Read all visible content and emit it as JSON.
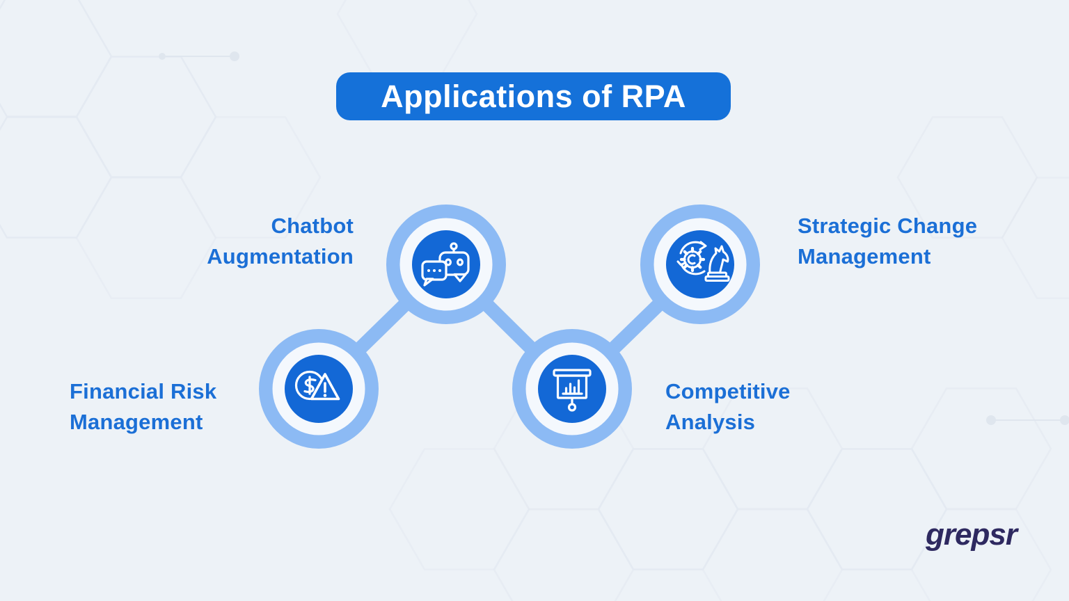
{
  "title": "Applications of RPA",
  "brand": {
    "logo_text": "grepsr"
  },
  "colors": {
    "title_bg": "#1571d9",
    "node_fill": "#1368d6",
    "ring_light_blue": "#8cbaf4",
    "label_text": "#1b6fd6",
    "background": "#edf2f7",
    "logo_text": "#2e2960"
  },
  "nodes": [
    {
      "id": "chatbot-augmentation",
      "label": "Chatbot\nAugmentation",
      "icon": "chatbot-robot-speech-icon"
    },
    {
      "id": "strategic-change-management",
      "label": "Strategic Change\nManagement",
      "icon": "gear-knight-arrows-icon"
    },
    {
      "id": "financial-risk-management",
      "label": "Financial Risk\nManagement",
      "icon": "dollar-coin-warning-icon"
    },
    {
      "id": "competitive-analysis",
      "label": "Competitive\nAnalysis",
      "icon": "presentation-bar-chart-icon"
    }
  ]
}
